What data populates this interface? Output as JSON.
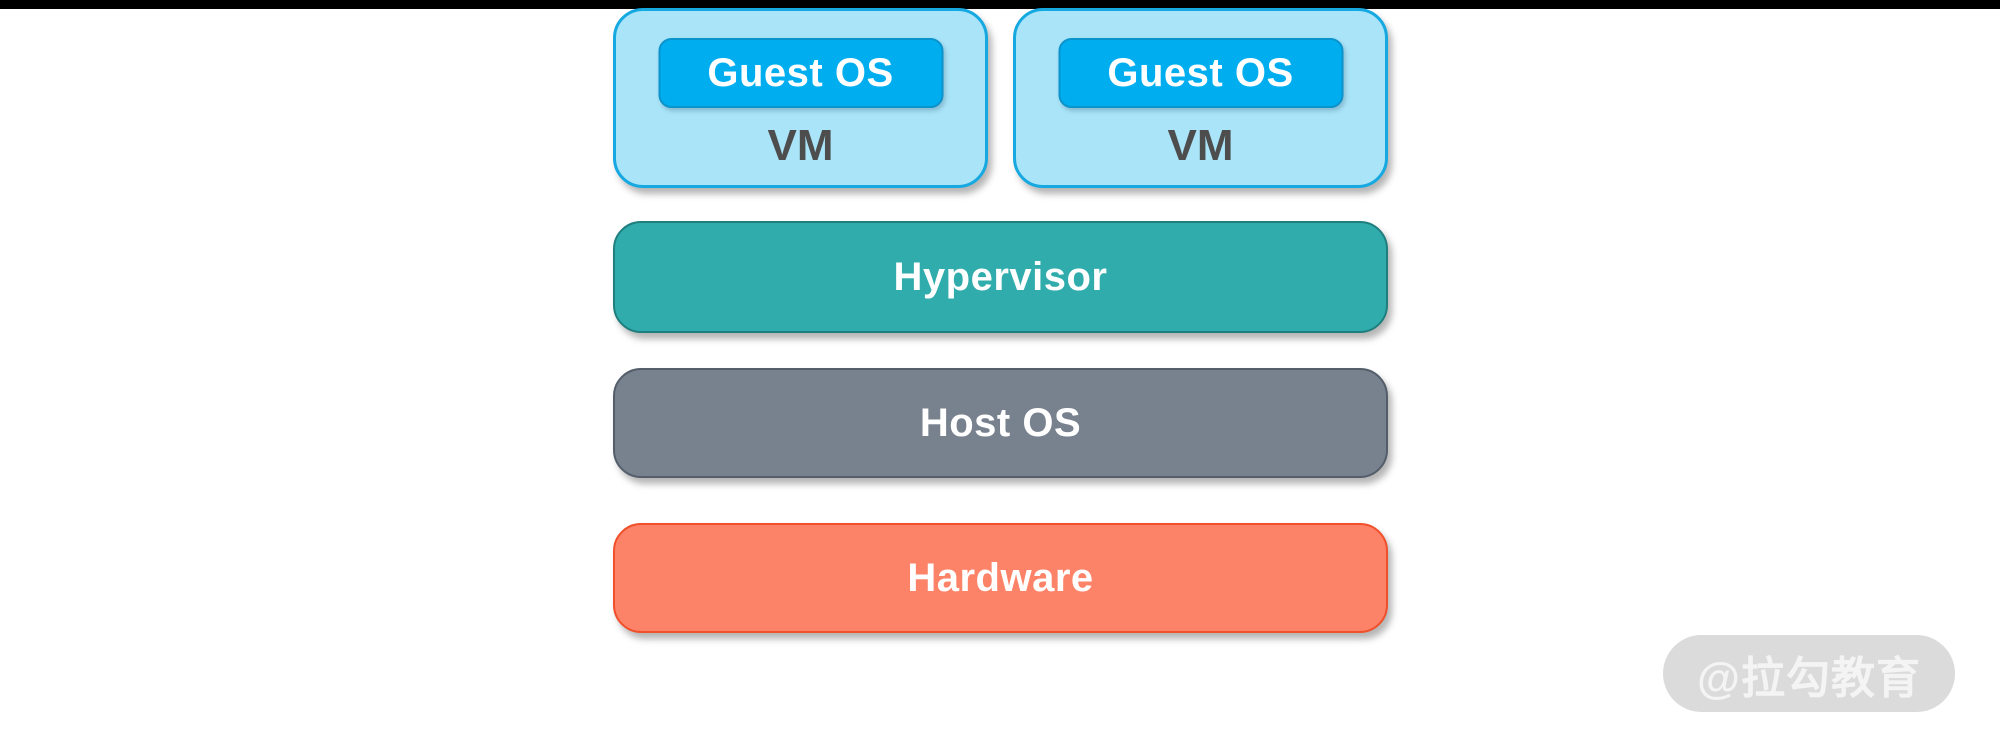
{
  "page": {
    "background_color": "#ffffff",
    "top_bar_color": "#000000"
  },
  "diagram": {
    "type": "virtualization-stack",
    "vms": [
      {
        "guest_os": "Guest OS",
        "label": "VM"
      },
      {
        "guest_os": "Guest OS",
        "label": "VM"
      }
    ],
    "vm_colors": {
      "card_fill": "#a9e4f9",
      "card_border": "#16a8e1",
      "guest_fill": "#00aeef",
      "guest_border": "#0b93cc",
      "guest_text": "#ffffff",
      "vm_label_text": "#4d4d4d"
    },
    "layers": [
      {
        "label": "Hypervisor",
        "fill": "#31acac",
        "border": "#1f7f7f",
        "text_color": "#ffffff"
      },
      {
        "label": "Host OS",
        "fill": "#78828f",
        "border": "#545e6b",
        "text_color": "#ffffff"
      },
      {
        "label": "Hardware",
        "fill": "#fc8268",
        "border": "#f1502b",
        "text_color": "#ffffff"
      }
    ]
  },
  "watermark": {
    "text": "@拉勾教育",
    "pill_color": "#dbdbdb",
    "text_color": "#f4f4f4"
  }
}
